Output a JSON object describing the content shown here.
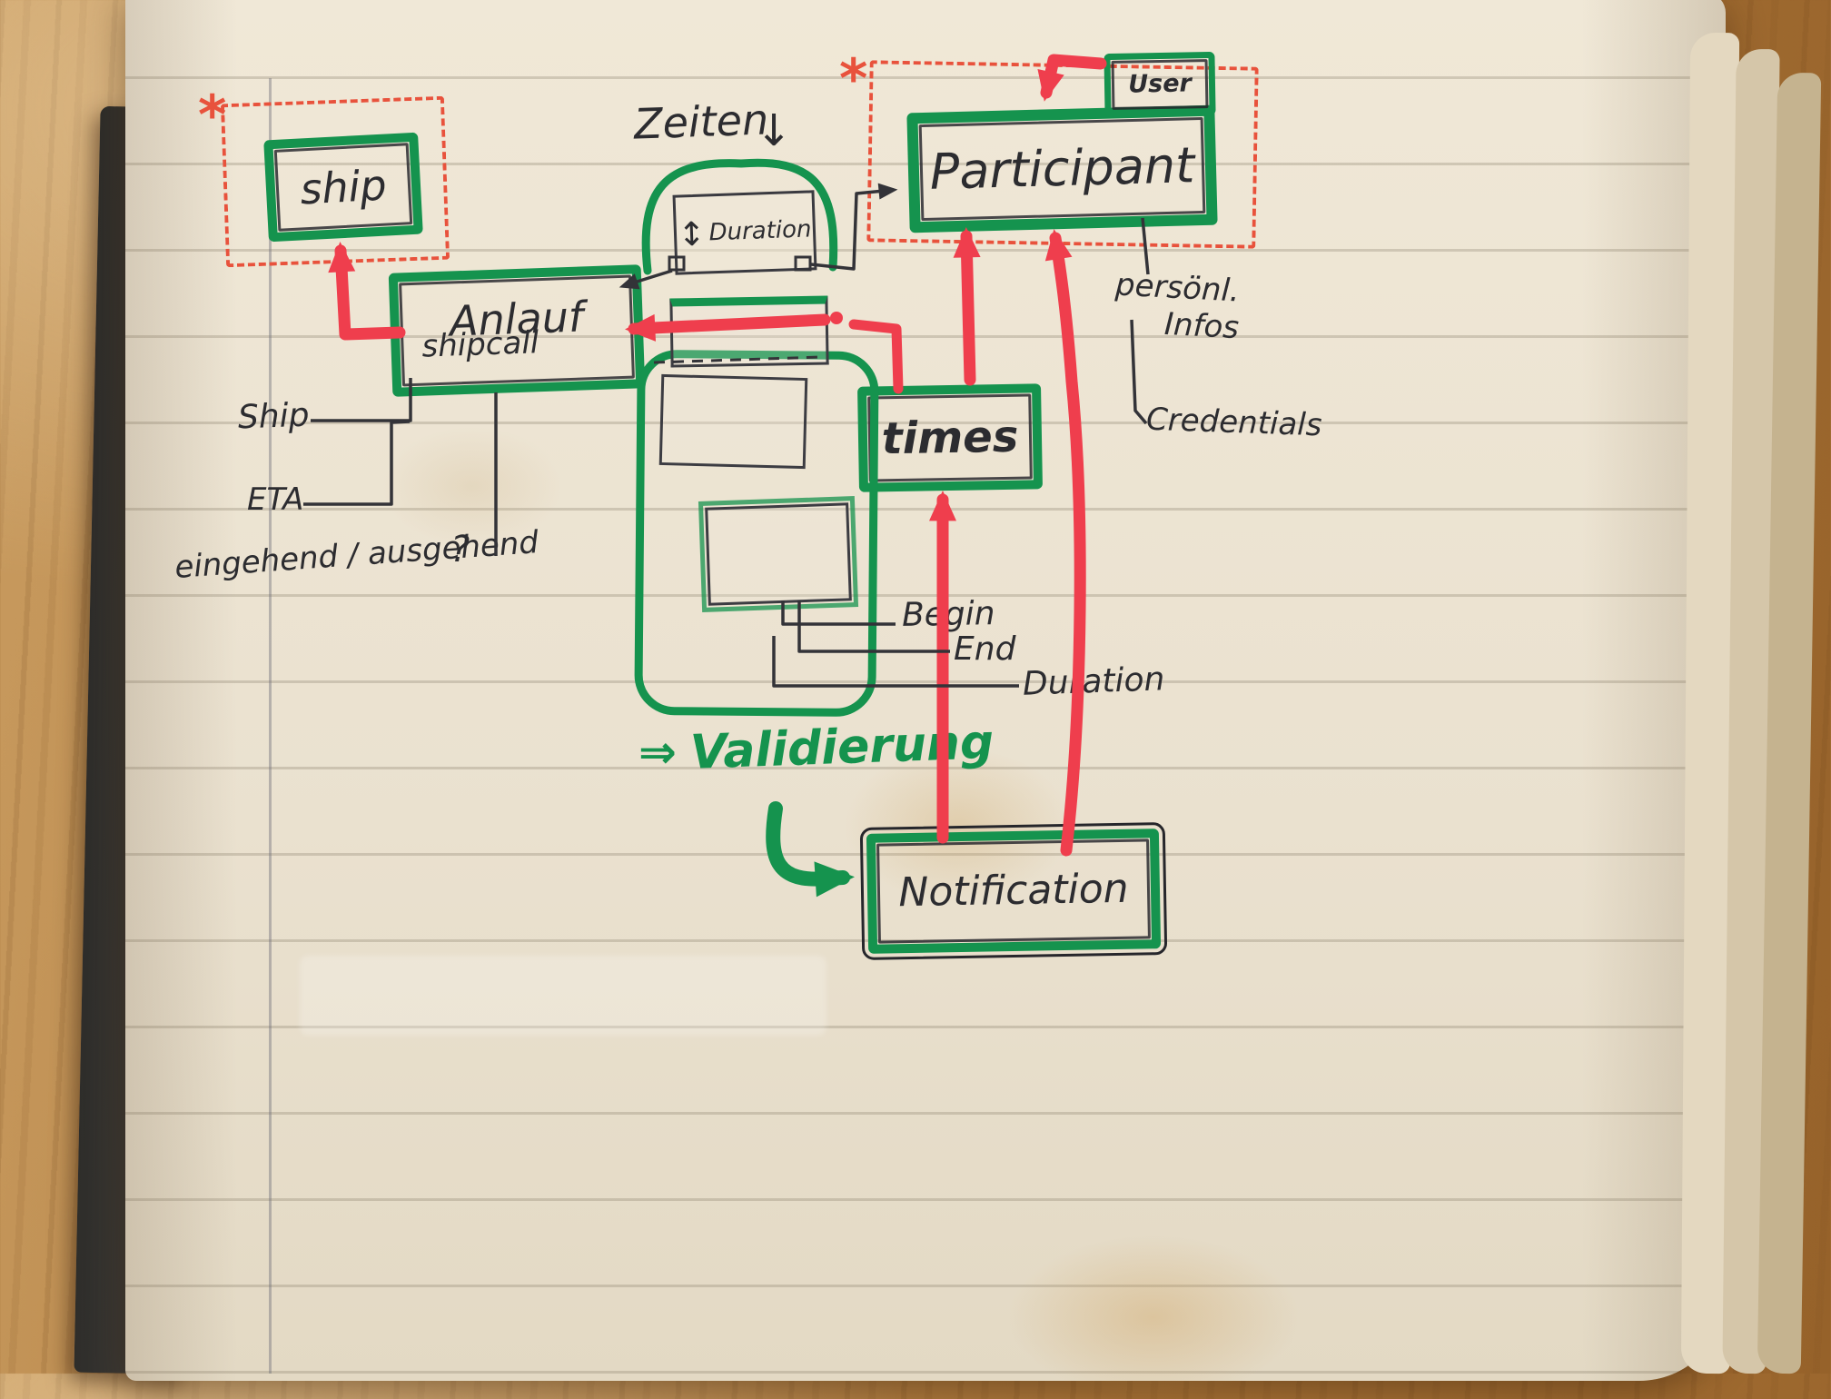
{
  "boxes": {
    "ship": {
      "label": "ship"
    },
    "participant": {
      "label": "Participant"
    },
    "user": {
      "label": "User"
    },
    "anlauf": {
      "label": "Anlauf",
      "sublabel": "shipcall"
    },
    "duration": {
      "arrow": "↕",
      "label": "Duration"
    },
    "times": {
      "label": "times"
    },
    "notification": {
      "label": "Notification"
    }
  },
  "labels": {
    "zeiten": "Zeiten",
    "zeiten_arrow": "↓",
    "validierung_arrow": "⇒",
    "validierung": "Validierung",
    "asterisk_left": "*",
    "asterisk_right": "*",
    "ship_attr": "Ship",
    "eta": "ETA",
    "in_out": "eingehend / ausgehend",
    "question_mark": "?",
    "begin": "Begin",
    "end": "End",
    "duration": "Duration",
    "persoenl_1": "persönl.",
    "persoenl_2": "Infos",
    "credentials": "Credentials"
  },
  "colors": {
    "marker_green": "#15934e",
    "marker_red": "#ef3e4d",
    "dashed_red": "#e8523c",
    "ink_black": "#2c2c30",
    "paper": "#eae1cf",
    "wood": "#ab7538"
  }
}
